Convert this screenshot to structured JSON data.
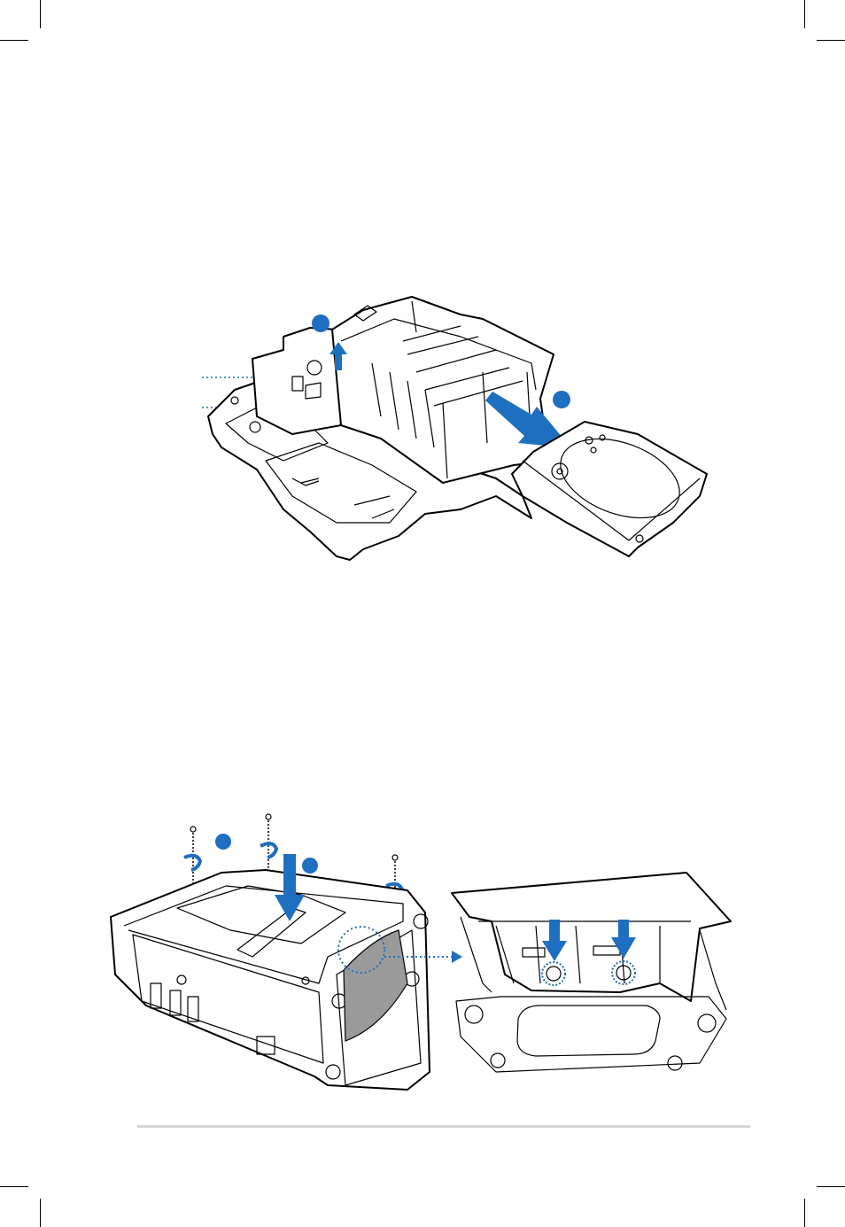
{
  "figures": [
    {
      "name": "drive-cage-removal-figure",
      "step_markers": 2
    },
    {
      "name": "drive-cage-install-figure",
      "step_markers": 2
    }
  ],
  "colors": {
    "accent": "#1f6fc0",
    "line": "#000000",
    "footer_rule": "#d6d6d6"
  }
}
